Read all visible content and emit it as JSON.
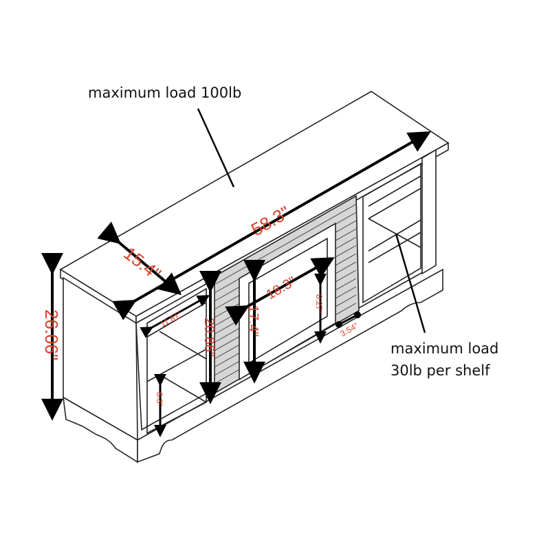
{
  "annotations": {
    "top_load": "maximum load 100lb",
    "shelf_load_line1": "maximum load",
    "shelf_load_line2": "30lb per shelf"
  },
  "dimensions": {
    "length": "58.3\"",
    "depth": "15.4\"",
    "height": "26.06\"",
    "shelf_depth": "11.81\"",
    "shelf_opening_height": "20.86\"",
    "bottom_shelf_gap": "6.3\"",
    "firebox_width": "18.3\"",
    "firebox_height": "17.4\"",
    "firebox_depth": "8.27\"",
    "firebox_inset": "3.54\""
  },
  "colors": {
    "dimension_text": "#d9412b",
    "arrows": "#000000",
    "outline": "#222222"
  }
}
